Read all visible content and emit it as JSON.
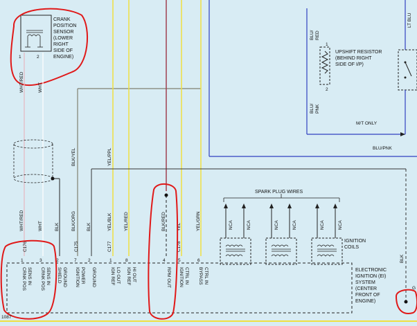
{
  "sensor": {
    "title_lines": [
      "CRANK",
      "POSITION",
      "SENSOR",
      "(LOWER",
      "RIGHT",
      "SIDE OF",
      "ENGINE)"
    ],
    "pin1": "1",
    "pin2": "2"
  },
  "resistor": {
    "title_lines": [
      "UPSHIFT RESISTOR",
      "(BEHIND RIGHT",
      "SIDE OF I/P)"
    ],
    "pin1": "1",
    "pin2": "2"
  },
  "wires": {
    "wht_red": "WHT/RED",
    "wht": "WHT",
    "blu_red_1": "BLU/",
    "blu_red_2": "RED",
    "blu_pnk_1": "BLU/",
    "blu_pnk_2": "PNK",
    "lt_blu": "LT BLU",
    "mt_only": "M/T ONLY",
    "blu_pnk_h": "BLU/PNK",
    "blk_yel": "BLK/YEL",
    "yel_ppl": "YEL/PPL",
    "blk": "BLK",
    "blk_org": "BLK/ORG",
    "yel_blk": "YEL/BLK",
    "yel_red": "YEL/RED",
    "blk_red": "BLK/RED",
    "yel": "YEL",
    "yel_grn": "YEL/GRN",
    "wht_red_lower": "WHT/RED",
    "wht_lower": "WHT",
    "blk_lower": "BLK",
    "blk_right": "BLK"
  },
  "connectors": {
    "c176": "C176",
    "c175": "C175",
    "c177": "C177",
    "c178": "C178"
  },
  "spark": {
    "title": "SPARK PLUG WIRES",
    "nca": "NCA",
    "coils_1": "IGNITION",
    "coils_2": "COILS"
  },
  "module": {
    "pins": [
      "1",
      "3",
      "2",
      "7",
      "2",
      "1",
      "8",
      "4",
      "5",
      "6"
    ],
    "labels": [
      [
        "CRNK POS",
        "SENS IN"
      ],
      [
        "CRNK POS",
        "SENS IN"
      ],
      [
        "SHIELD",
        "GROUND"
      ],
      [
        "IGNITION",
        "POWER"
      ],
      [
        "GROUND"
      ],
      [
        "IGN REF",
        "LO OUT"
      ],
      [
        "IGN REF",
        "HI OUT"
      ],
      [
        "RPM OUT"
      ],
      [
        "IGNITION",
        "CTRL IN"
      ],
      [
        "BYPASS",
        "CTRL IN"
      ]
    ],
    "title_lines": [
      "ELECTRONIC",
      "IGNITION (EI)",
      "SYSTEM",
      "(CENTER",
      "FRONT OF",
      "ENGINE)"
    ]
  },
  "page_number": "1087",
  "right_edge_text": "G"
}
